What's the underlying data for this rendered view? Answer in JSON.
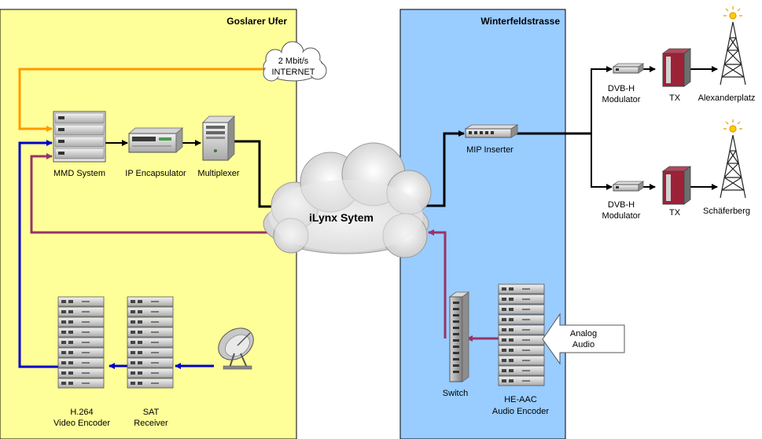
{
  "zones": {
    "left": {
      "title": "Goslarer Ufer",
      "fill": "#ffff99"
    },
    "right": {
      "title": "Winterfeldstrasse",
      "fill": "#99ccff"
    }
  },
  "colors": {
    "orange_link": "#ff9900",
    "blue_link": "#0000cc",
    "purple_link": "#993366",
    "black_link": "#000000"
  },
  "cloud": {
    "label": "iLynx Sytem"
  },
  "internet": {
    "line1": "2 Mbit/s",
    "line2": "INTERNET"
  },
  "analog_audio": {
    "line1": "Analog",
    "line2": "Audio"
  },
  "devices": {
    "mmd": {
      "label": "MMD System",
      "icon": "server-stack-icon"
    },
    "ip_encapsulator": {
      "label": "IP Encapsulator",
      "icon": "rack-unit-icon"
    },
    "multiplexer": {
      "label": "Multiplexer",
      "icon": "tower-server-icon"
    },
    "video_encoder": {
      "line1": "H.264",
      "line2": "Video Encoder",
      "icon": "rack-stack-icon"
    },
    "sat_receiver": {
      "line1": "SAT",
      "line2": "Receiver",
      "icon": "rack-stack-icon"
    },
    "dish": {
      "icon": "satellite-dish-icon"
    },
    "mip_inserter": {
      "label": "MIP Inserter",
      "icon": "network-device-icon"
    },
    "switch": {
      "label": "Switch",
      "icon": "switch-icon"
    },
    "audio_encoder": {
      "line1": "HE-AAC",
      "line2": "Audio Encoder",
      "icon": "rack-stack-icon"
    },
    "modulator_top": {
      "line1": "DVB-H",
      "line2": "Modulator",
      "icon": "modulator-icon"
    },
    "modulator_bottom": {
      "line1": "DVB-H",
      "line2": "Modulator",
      "icon": "modulator-icon"
    },
    "tx_top": {
      "label": "TX",
      "icon": "transmitter-icon"
    },
    "tx_bottom": {
      "label": "TX",
      "icon": "transmitter-icon"
    },
    "tower_top": {
      "label": "Alexanderplatz",
      "icon": "antenna-tower-icon"
    },
    "tower_bottom": {
      "label": "Schäferberg",
      "icon": "antenna-tower-icon"
    }
  }
}
